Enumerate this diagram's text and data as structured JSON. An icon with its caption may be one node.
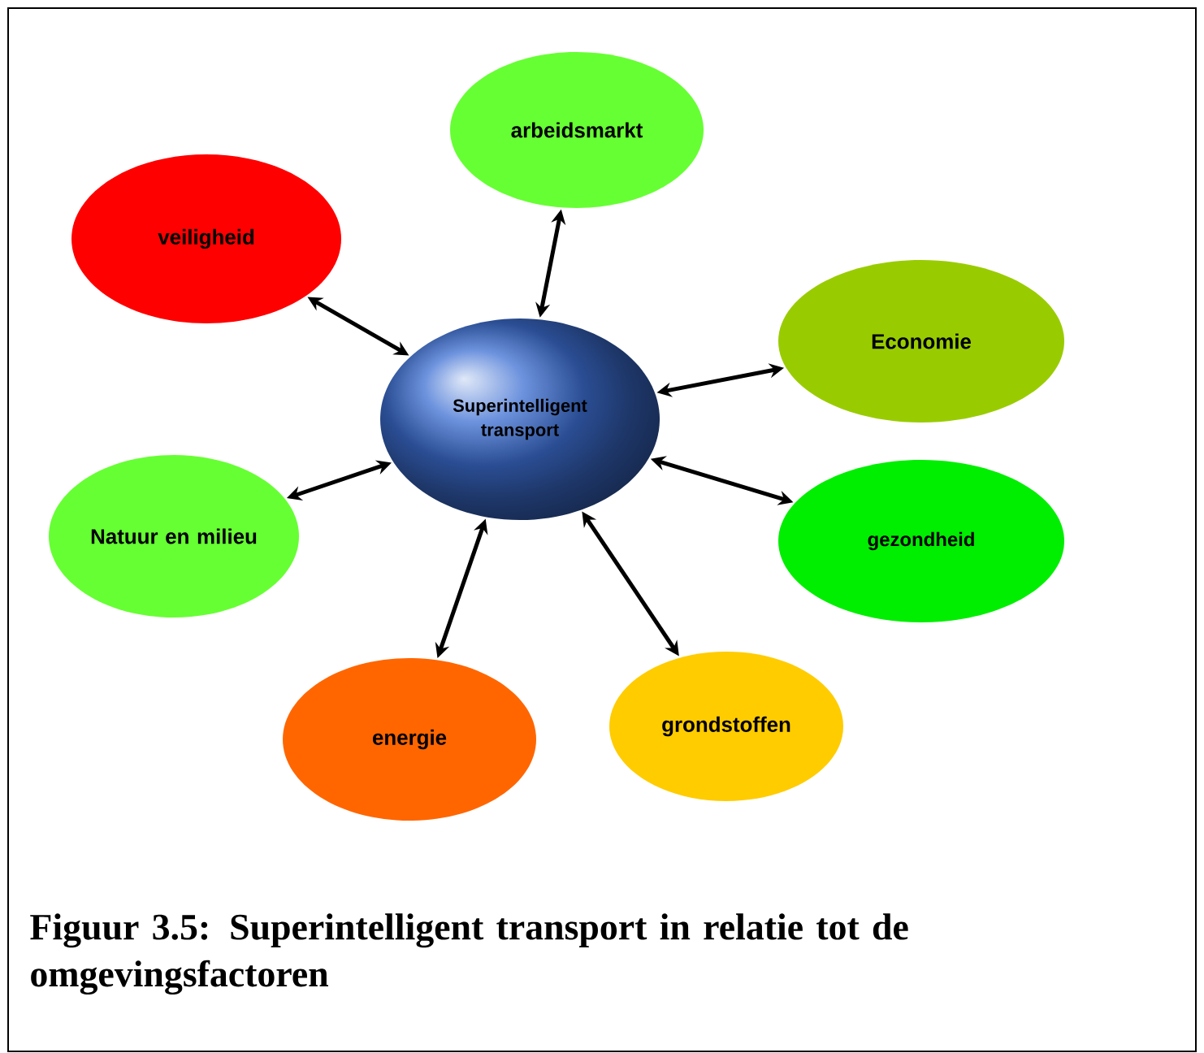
{
  "diagram": {
    "caption": "Figuur  3.5: Superintelligent transport in relatie tot de omgevingsfactoren",
    "nodes": [
      {
        "text": [
          "Superintelligent transport"
        ]
      },
      {
        "text": [
          "arbeidsmarkt"
        ]
      },
      {
        "text": [
          "veiligheid"
        ]
      },
      {
        "text": [
          "Economie"
        ]
      },
      {
        "text": [
          "Natuur en milieu"
        ]
      },
      {
        "text": [
          "gezondheid"
        ]
      },
      {
        "text": [
          "grondstoffen"
        ]
      },
      {
        "text": [
          "energie"
        ]
      }
    ],
    "edges": [
      {
        "from": 0,
        "to": 1,
        "arrow": "both"
      },
      {
        "from": 0,
        "to": 2,
        "arrow": "both"
      },
      {
        "from": 0,
        "to": 3,
        "arrow": "both"
      },
      {
        "from": 0,
        "to": 4,
        "arrow": "both"
      },
      {
        "from": 0,
        "to": 5,
        "arrow": "both"
      },
      {
        "from": 0,
        "to": 6,
        "arrow": "both"
      },
      {
        "from": 0,
        "to": 7,
        "arrow": "both"
      }
    ]
  }
}
